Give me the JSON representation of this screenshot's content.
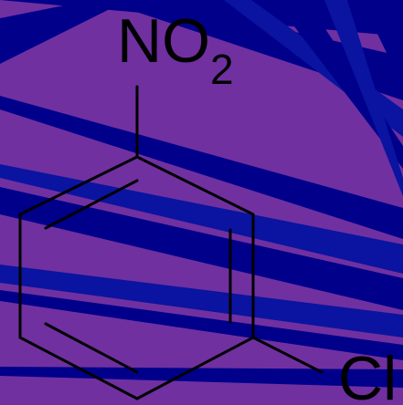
{
  "colors": {
    "background": "#7030a0",
    "stripe_dark": "#00008b",
    "stripe_mid": "#0a14a0",
    "bond": "#000000",
    "label": "#000000"
  },
  "molecule": {
    "substituent_top": {
      "main": "NO",
      "subscript": "2"
    },
    "substituent_bottom_right": "Cl"
  }
}
